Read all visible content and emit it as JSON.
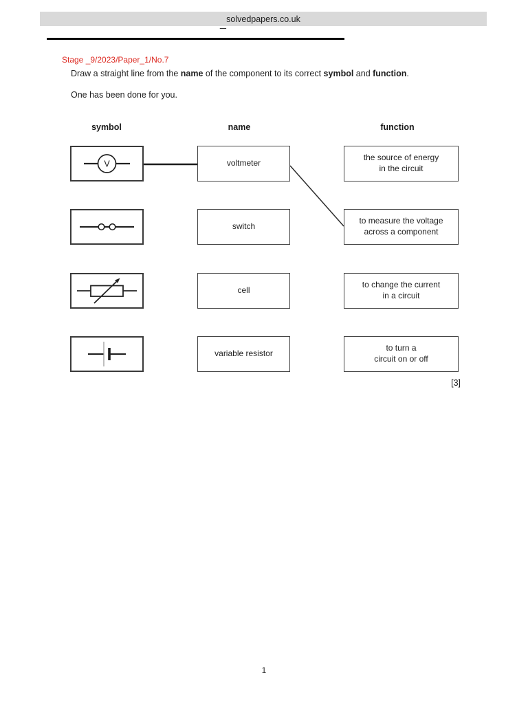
{
  "header": {
    "site": "solvedpapers.co.uk",
    "dash": "_"
  },
  "question": {
    "reference": "Stage _9/2023/Paper_1/No.7",
    "instruction": {
      "p1": "Draw a straight line from the ",
      "b1": "name",
      "p2": " of the component to its correct ",
      "b2": "symbol",
      "p3": " and ",
      "b3": "function",
      "p4": "."
    },
    "note": "One has been done for you.",
    "marks": "[3]"
  },
  "table": {
    "headers": {
      "symbol": "symbol",
      "name": "name",
      "function": "function"
    },
    "symbols": {
      "icons": [
        "voltmeter-circuit-symbol",
        "switch-circuit-symbol",
        "variable-resistor-circuit-symbol",
        "cell-circuit-symbol"
      ],
      "voltmeter_letter": "V"
    },
    "names": [
      "voltmeter",
      "switch",
      "cell",
      "variable resistor"
    ],
    "functions": [
      {
        "line1": "the source of energy",
        "line2": "in the circuit"
      },
      {
        "line1": "to measure the voltage",
        "line2": "across a component"
      },
      {
        "line1": "to change the current",
        "line2": "in a circuit"
      },
      {
        "line1": "to turn a",
        "line2": "circuit on or off"
      }
    ],
    "drawn_connections": [
      "voltmeter-symbol to voltmeter-name",
      "voltmeter-name to measure-voltage-function"
    ]
  },
  "footer": {
    "page_number": "1"
  },
  "colors": {
    "header_bar": "#d9d9d9",
    "reference_red": "#dd2b23",
    "text": "#1e1e1e",
    "box_border": "#3a3a3a"
  }
}
